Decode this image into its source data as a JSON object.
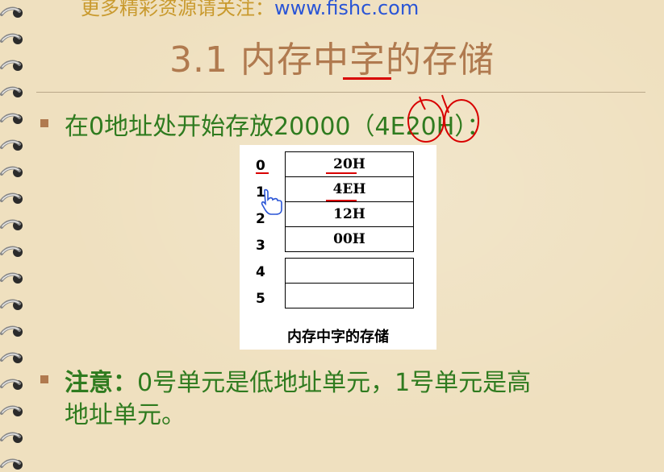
{
  "banner": {
    "prefix": "更多精彩资源请关注：",
    "url": "www.fishc.com"
  },
  "slide": {
    "title": "3.1 内存中字的存储",
    "line1": "在0地址处开始存放20000（4E20H）：",
    "note_label": "注意：",
    "note_text_line1": "0号单元是低地址单元，1号单元是高",
    "note_text_line2": "地址单元。"
  },
  "figure": {
    "caption": "内存中字的存储",
    "rows": [
      {
        "address": "0",
        "value": "20H"
      },
      {
        "address": "1",
        "value": "4EH"
      },
      {
        "address": "2",
        "value": "12H"
      },
      {
        "address": "3",
        "value": "00H"
      },
      {
        "address": "4",
        "value": ""
      },
      {
        "address": "5",
        "value": ""
      }
    ]
  },
  "colors": {
    "background": "#efe0bf",
    "title": "#b07a4f",
    "text_green": "#2f7b1f",
    "annotation_red": "#d80000",
    "url_blue": "#2a55d6"
  },
  "icons": [
    "spiral-binding-icon",
    "hand-pointer-cursor-icon",
    "square-bullet-icon"
  ]
}
